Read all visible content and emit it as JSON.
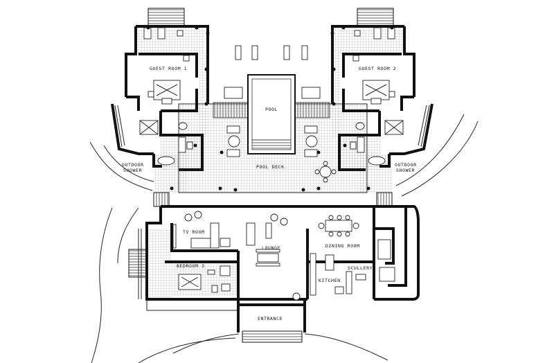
{
  "plan": {
    "labels": {
      "guest_room_1": "GUEST ROOM 1",
      "guest_room_2": "GUEST ROOM 2",
      "pool": "POOL",
      "pool_deck": "POOL DECK",
      "outdoor_shower_left_1": "OUTDOOR",
      "outdoor_shower_left_2": "SHOWER",
      "outdoor_shower_right_1": "OUTDOOR",
      "outdoor_shower_right_2": "SHOWER",
      "tv_room": "TV ROOM",
      "lounge": "LOUNGE",
      "dining_room": "DINING ROOM",
      "bedroom_3": "BEDROOM 3",
      "scullery": "SCULLERY",
      "kitchen": "KITCHEN",
      "entrance": "ENTRANCE"
    }
  }
}
